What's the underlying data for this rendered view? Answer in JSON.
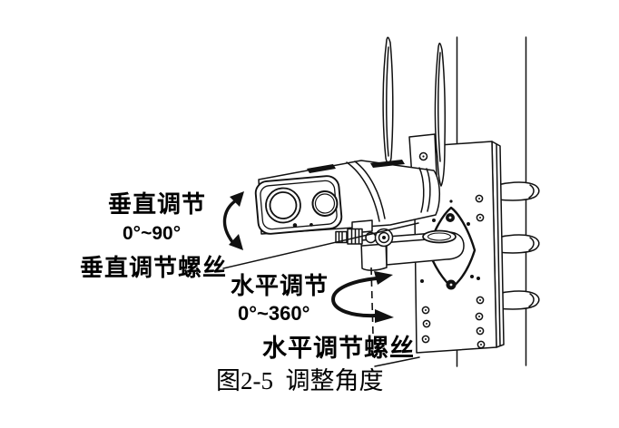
{
  "figure": {
    "type": "technical-illustration",
    "subject": "camera pole mount angle adjustment",
    "annotations": {
      "vertical_adjust_label": "垂直调节",
      "vertical_adjust_range": "0°~90°",
      "vertical_screw_label": "垂直调节螺丝",
      "horizontal_adjust_label": "水平调节",
      "horizontal_adjust_range": "0°~360°",
      "horizontal_screw_label": "水平调节螺丝"
    },
    "caption": "图2-5  调整角度",
    "colors": {
      "line": "#111111",
      "background": "#ffffff",
      "text": "#000000"
    }
  }
}
